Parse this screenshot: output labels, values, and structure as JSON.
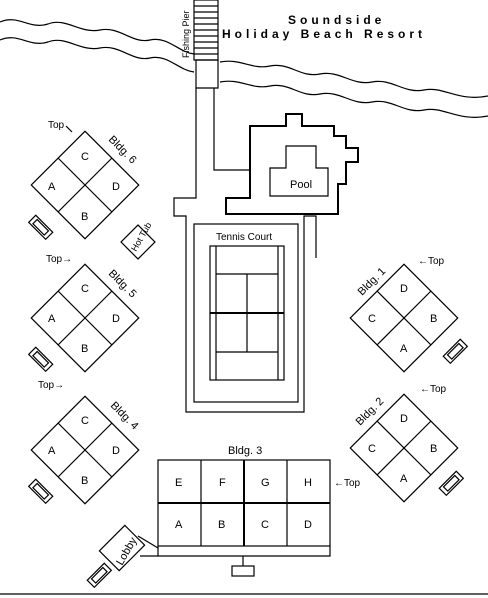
{
  "title": {
    "line1": "Soundside",
    "line2": "Holiday Beach Resort"
  },
  "pier_label": "Fishing Pier",
  "pool_label": "Pool",
  "tennis_label": "Tennis Court",
  "hottub_label": "Hot Tub",
  "lobby_label": "Lobby",
  "top_label": "Top",
  "top_right_label": "←Top",
  "top_left_label": "Top→",
  "buildings": {
    "b6": {
      "name": "Bldg. 6",
      "units": [
        "C",
        "D",
        "A",
        "B"
      ]
    },
    "b5": {
      "name": "Bldg. 5",
      "units": [
        "C",
        "D",
        "A",
        "B"
      ]
    },
    "b4": {
      "name": "Bldg. 4",
      "units": [
        "C",
        "D",
        "A",
        "B"
      ]
    },
    "b1": {
      "name": "Bldg. 1",
      "units": [
        "D",
        "C",
        "B",
        "A"
      ]
    },
    "b2": {
      "name": "Bldg. 2",
      "units": [
        "D",
        "C",
        "B",
        "A"
      ]
    },
    "b3": {
      "name": "Bldg. 3",
      "top_units": [
        "E",
        "F",
        "G",
        "H"
      ],
      "bottom_units": [
        "A",
        "B",
        "C",
        "D"
      ]
    }
  },
  "colors": {
    "line": "#000000",
    "background": "#ffffff"
  }
}
